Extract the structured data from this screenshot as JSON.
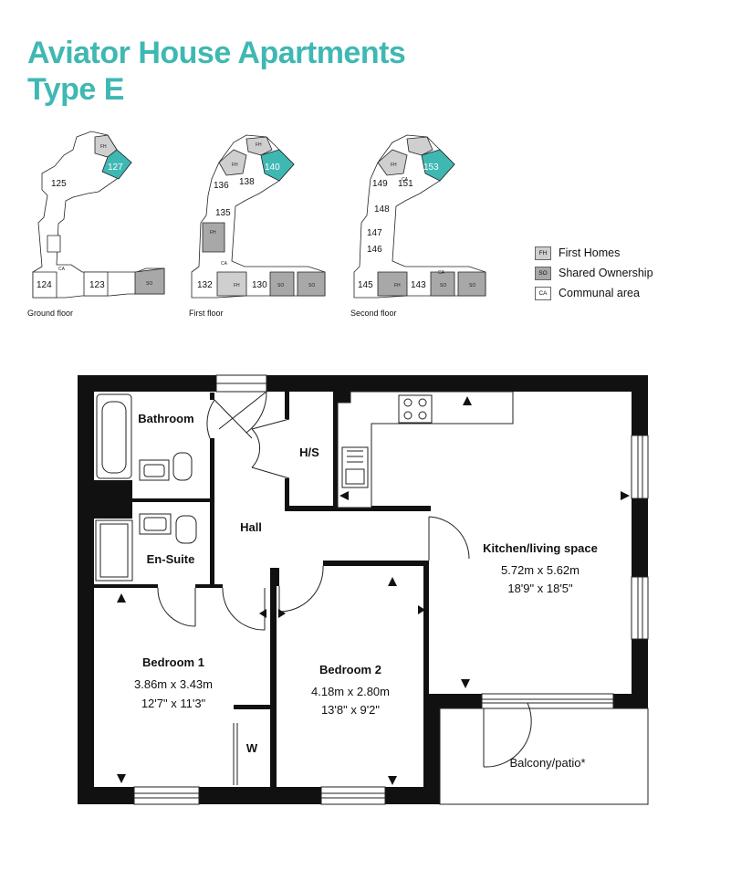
{
  "title": {
    "line1": "Aviator House Apartments",
    "line2": "Type E"
  },
  "colors": {
    "accent": "#3fb8b3",
    "fh_grey": "#cfcfcf",
    "so_grey": "#a8a8a8",
    "wall": "#111111"
  },
  "key_plans": [
    {
      "floor": "Ground floor",
      "highlight": "127",
      "units": [
        "125",
        "124",
        "123"
      ],
      "codes": [
        "FH",
        "CA",
        "SO"
      ]
    },
    {
      "floor": "First floor",
      "highlight": "140",
      "units": [
        "136",
        "138",
        "135",
        "132",
        "130"
      ],
      "codes": [
        "FH",
        "FH",
        "FH",
        "CA",
        "FH",
        "SO",
        "SO"
      ]
    },
    {
      "floor": "Second floor",
      "highlight": "153",
      "units": [
        "149",
        "151",
        "148",
        "147",
        "146",
        "145",
        "143"
      ],
      "codes": [
        "FH",
        "CA",
        "FH",
        "CA",
        "SO",
        "SO"
      ]
    }
  ],
  "legend": [
    {
      "code": "FH",
      "label": "First Homes"
    },
    {
      "code": "SO",
      "label": "Shared Ownership"
    },
    {
      "code": "CA",
      "label": "Communal area"
    }
  ],
  "rooms": {
    "bathroom": {
      "name": "Bathroom"
    },
    "hs": {
      "name": "H/S"
    },
    "hall": {
      "name": "Hall"
    },
    "ensuite": {
      "name": "En-Suite"
    },
    "kitchen": {
      "name": "Kitchen/living space",
      "metric": "5.72m x 5.62m",
      "imperial": "18'9\" x 18'5\""
    },
    "bedroom1": {
      "name": "Bedroom 1",
      "metric": "3.86m x 3.43m",
      "imperial": "12'7\" x 11'3\""
    },
    "bedroom2": {
      "name": "Bedroom 2",
      "metric": "4.18m x 2.80m",
      "imperial": "13'8\" x 9'2\""
    },
    "wardrobe": {
      "name": "W"
    },
    "balcony": {
      "name": "Balcony/patio*"
    }
  }
}
